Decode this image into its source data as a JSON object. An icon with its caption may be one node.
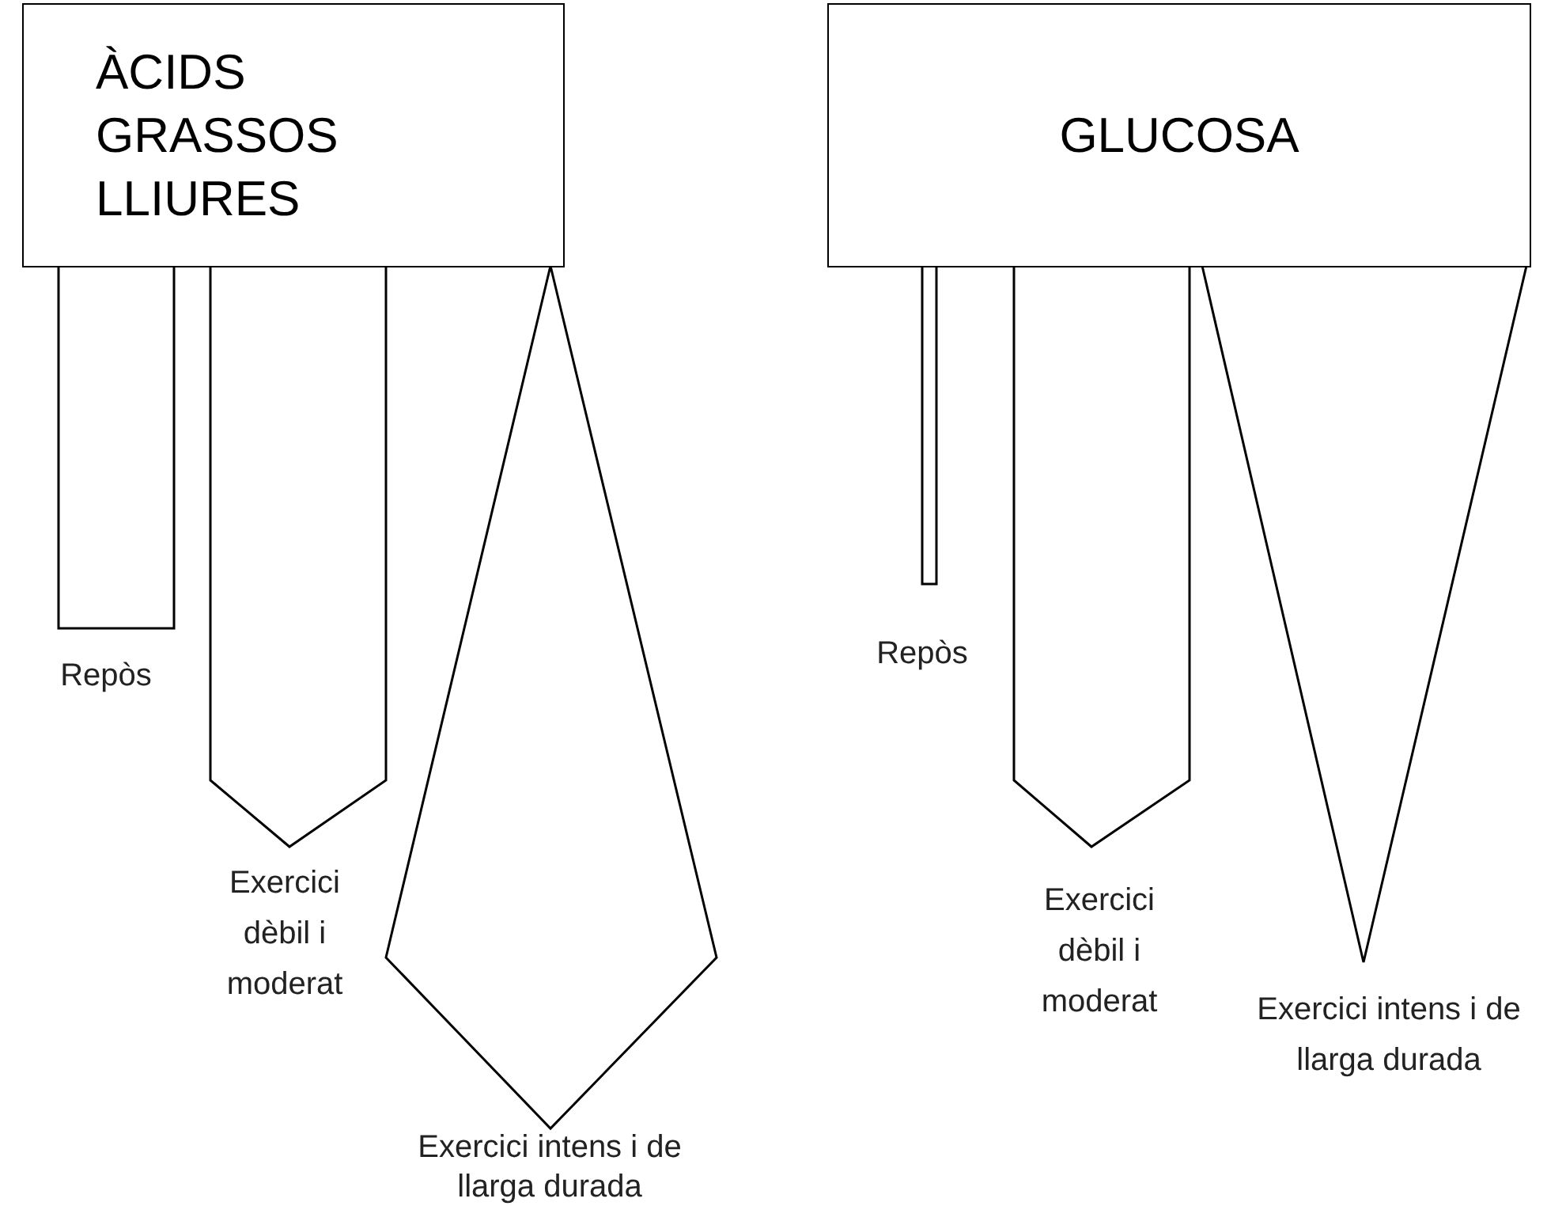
{
  "diagram": {
    "nodes": [
      {
        "text": [
          "ÀCIDS GRASSOS LLIURES"
        ]
      },
      {
        "text": [
          "GLUCOSA"
        ]
      },
      {
        "text": [
          "Repòs"
        ]
      },
      {
        "text": [
          "Exercici dèbil i moderat"
        ]
      },
      {
        "text": [
          "Exercici intens i de llarga durada"
        ]
      },
      {
        "text": [
          "Repòs"
        ]
      },
      {
        "text": [
          "Exercici dèbil i moderat"
        ]
      },
      {
        "text": [
          "Exercici intens i de llarga durada"
        ]
      }
    ]
  }
}
